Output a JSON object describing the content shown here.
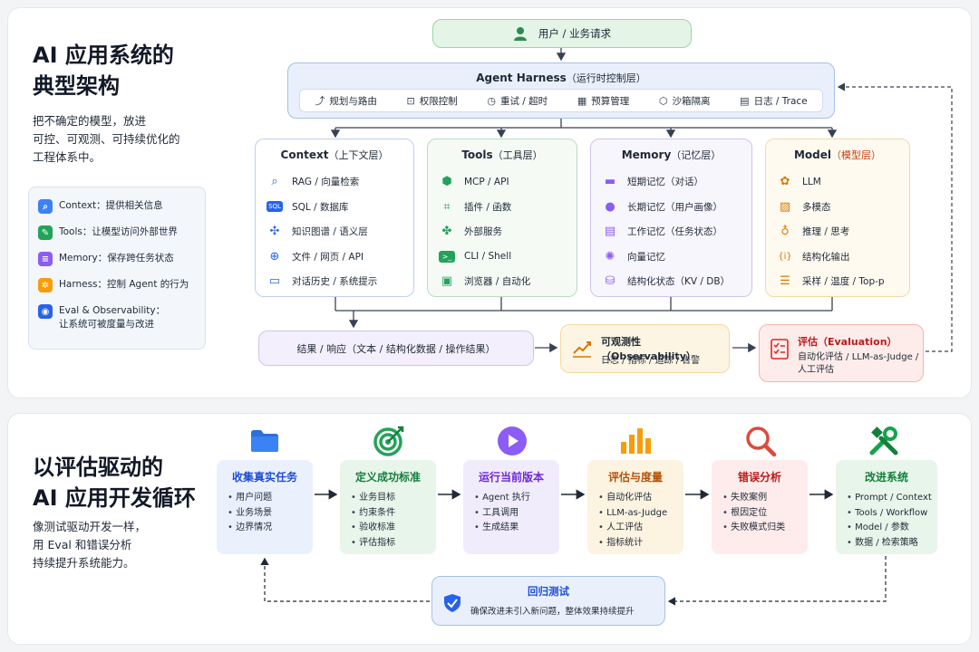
{
  "top": {
    "title_line1": "AI 应用系统的",
    "title_line2": "典型架构",
    "desc": [
      "把不确定的模型，放进",
      "可控、可观测、可持续优化的",
      "工程体系中。"
    ],
    "legend": [
      {
        "icon": "search-icon",
        "color": "#3b82f6",
        "label": "Context：提供相关信息"
      },
      {
        "icon": "wrench-icon",
        "color": "#22a35a",
        "label": "Tools：让模型访问外部世界"
      },
      {
        "icon": "database-icon",
        "color": "#8b5cf6",
        "label": "Memory：保存跨任务状态"
      },
      {
        "icon": "gear-icon",
        "color": "#f59e0b",
        "label": "Harness：控制 Agent 的行为"
      },
      {
        "icon": "eye-icon",
        "color": "#2563eb",
        "label": "Eval & Observability：",
        "label2": "让系统可被度量与改进"
      }
    ],
    "user": "用户 / 业务请求",
    "harness": {
      "title": "Agent Harness",
      "subtitle": "（运行时控制层）",
      "chips": [
        {
          "icon": "route-icon",
          "glyph": "⤴",
          "label": "规划与路由"
        },
        {
          "icon": "lock-icon",
          "glyph": "🔒",
          "label": "权限控制"
        },
        {
          "icon": "clock-icon",
          "glyph": "◷",
          "label": "重试 / 超时"
        },
        {
          "icon": "calculator-icon",
          "glyph": "▦",
          "label": "预算管理"
        },
        {
          "icon": "sandbox-icon",
          "glyph": "⬡",
          "label": "沙箱隔离"
        },
        {
          "icon": "log-icon",
          "glyph": "▤",
          "label": "日志 / Trace"
        }
      ]
    },
    "layers": [
      {
        "name": "Context",
        "cn": "（上下文层）",
        "items": [
          {
            "icon": "search-icon",
            "glyph": "⌕",
            "label": "RAG / 向量检索"
          },
          {
            "icon": "sql-icon",
            "glyph": "SQL",
            "label": "SQL / 数据库"
          },
          {
            "icon": "graph-icon",
            "glyph": "✣",
            "label": "知识图谱 / 语义层"
          },
          {
            "icon": "globe-icon",
            "glyph": "🌐",
            "label": "文件 / 网页 / API"
          },
          {
            "icon": "chat-icon",
            "glyph": "💬",
            "label": "对话历史 / 系统提示"
          }
        ]
      },
      {
        "name": "Tools",
        "cn": "（工具层）",
        "items": [
          {
            "icon": "mcp-icon",
            "glyph": "⬢",
            "label": "MCP / API"
          },
          {
            "icon": "plugin-icon",
            "glyph": "⌗",
            "label": "插件 / 函数"
          },
          {
            "icon": "service-icon",
            "glyph": "✤",
            "label": "外部服务"
          },
          {
            "icon": "terminal-icon",
            "glyph": ">_",
            "label": "CLI / Shell"
          },
          {
            "icon": "browser-icon",
            "glyph": "▣",
            "label": "浏览器 / 自动化"
          }
        ]
      },
      {
        "name": "Memory",
        "cn": "（记忆层）",
        "items": [
          {
            "icon": "dialog-icon",
            "glyph": "▬",
            "label": "短期记忆（对话）"
          },
          {
            "icon": "person-icon",
            "glyph": "●",
            "label": "长期记忆（用户画像）"
          },
          {
            "icon": "clipboard-icon",
            "glyph": "▤",
            "label": "工作记忆（任务状态）"
          },
          {
            "icon": "vector-icon",
            "glyph": "✺",
            "label": "向量记忆"
          },
          {
            "icon": "database-icon",
            "glyph": "⛁",
            "label": "结构化状态（KV / DB）"
          }
        ]
      },
      {
        "name": "Model",
        "cn": "（模型层）",
        "items": [
          {
            "icon": "openai-icon",
            "glyph": "✿",
            "label": "LLM"
          },
          {
            "icon": "image-icon",
            "glyph": "▨",
            "label": "多模态"
          },
          {
            "icon": "bulb-icon",
            "glyph": "♁",
            "label": "推理 / 思考"
          },
          {
            "icon": "braces-icon",
            "glyph": "{i}",
            "label": "结构化输出"
          },
          {
            "icon": "sliders-icon",
            "glyph": "☰",
            "label": "采样 / 温度 / Top-p"
          }
        ]
      }
    ],
    "result": "结果 / 响应（文本 / 结构化数据 / 操作结果）",
    "observability": {
      "title": "可观测性（Observability）",
      "desc": "日志 / 指标 / 追踪 / 告警"
    },
    "evaluation": {
      "title": "评估（Evaluation）",
      "desc1": "自动化评估 / LLM-as-Judge /",
      "desc2": "人工评估"
    }
  },
  "bottom": {
    "title_line1": "以评估驱动的",
    "title_line2": "AI 应用开发循环",
    "desc": [
      "像测试驱动开发一样，",
      "用 Eval 和错误分析",
      "持续提升系统能力。"
    ],
    "steps": [
      {
        "icon": "folder-icon",
        "title": "收集真实任务",
        "items": [
          "用户问题",
          "业务场景",
          "边界情况"
        ]
      },
      {
        "icon": "target-icon",
        "title": "定义成功标准",
        "items": [
          "业务目标",
          "约束条件",
          "验收标准",
          "评估指标"
        ]
      },
      {
        "icon": "play-icon",
        "title": "运行当前版本",
        "items": [
          "Agent 执行",
          "工具调用",
          "生成结果"
        ]
      },
      {
        "icon": "bar-chart-icon",
        "title": "评估与度量",
        "items": [
          "自动化评估",
          "LLM-as-Judge",
          "人工评估",
          "指标统计"
        ]
      },
      {
        "icon": "magnifier-icon",
        "title": "错误分析",
        "items": [
          "失败案例",
          "根因定位",
          "失败模式归类"
        ]
      },
      {
        "icon": "tools-icon",
        "title": "改进系统",
        "items": [
          "Prompt / Context",
          "Tools / Workflow",
          "Model / 参数",
          "数据 / 检索策略"
        ]
      }
    ],
    "regression": {
      "title": "回归测试",
      "desc": "确保改进未引入新问题，整体效果持续提升"
    }
  }
}
